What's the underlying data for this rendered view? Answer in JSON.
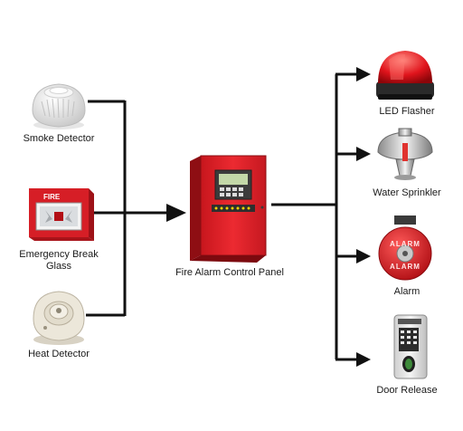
{
  "inputs": {
    "smoke_detector": "Smoke Detector",
    "break_glass": "Emergency Break Glass",
    "break_glass_sign": "FIRE",
    "heat_detector": "Heat Detector"
  },
  "panel": {
    "label": "Fire Alarm Control Panel"
  },
  "outputs": {
    "led_flasher": "LED Flasher",
    "water_sprinkler": "Water Sprinkler",
    "alarm": "Alarm",
    "alarm_bell_text": "ALARM",
    "door_release": "Door Release"
  },
  "colors": {
    "fire_red": "#e2262e",
    "connector": "#111111"
  }
}
